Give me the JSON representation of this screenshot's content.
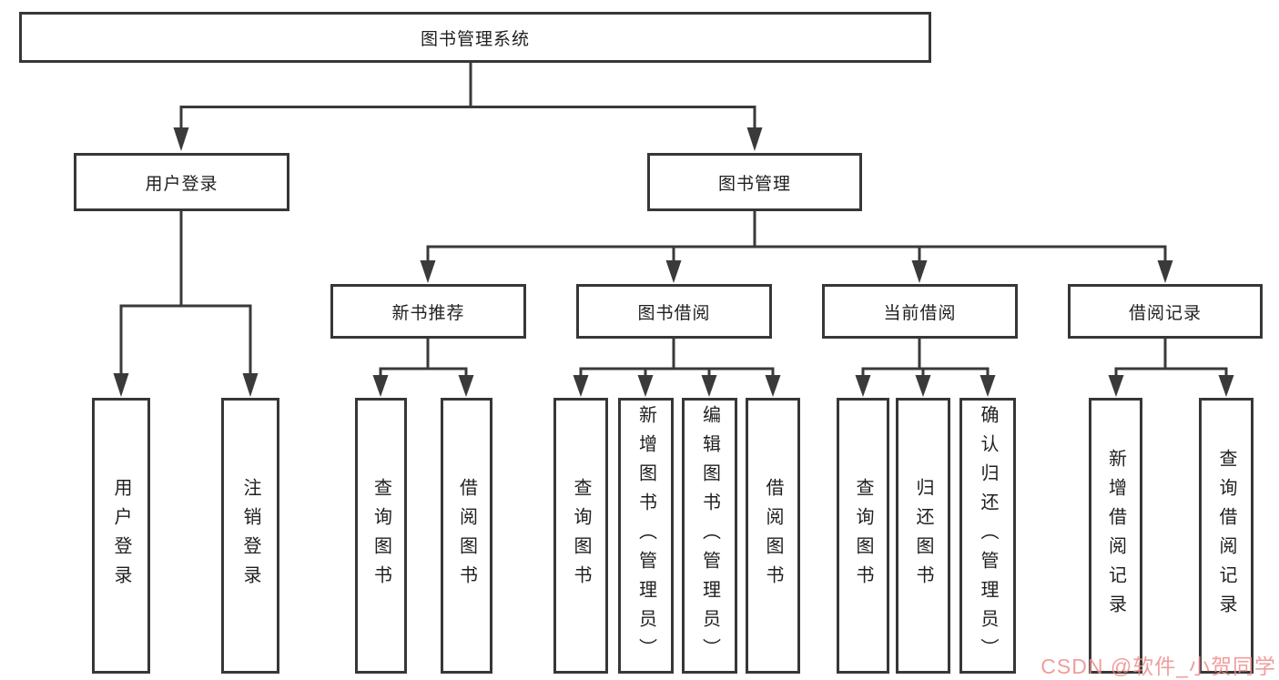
{
  "diagram": {
    "root": {
      "label": "图书管理系统"
    },
    "branches": [
      {
        "label": "用户登录",
        "children": [
          {
            "label": "用户登录"
          },
          {
            "label": "注销登录"
          }
        ]
      },
      {
        "label": "图书管理",
        "children": [
          {
            "label": "新书推荐",
            "children": [
              {
                "label": "查询图书"
              },
              {
                "label": "借阅图书"
              }
            ]
          },
          {
            "label": "图书借阅",
            "children": [
              {
                "label": "查询图书"
              },
              {
                "label": "新增图书（管理员）"
              },
              {
                "label": "编辑图书（管理员）"
              },
              {
                "label": "借阅图书"
              }
            ]
          },
          {
            "label": "当前借阅",
            "children": [
              {
                "label": "查询图书"
              },
              {
                "label": "归还图书"
              },
              {
                "label": "确认归还（管理员）"
              }
            ]
          },
          {
            "label": "借阅记录",
            "children": [
              {
                "label": "新增借阅记录"
              },
              {
                "label": "查询借阅记录"
              }
            ]
          }
        ]
      }
    ]
  },
  "watermark": {
    "text": "CSDN @软件_小贺同学"
  },
  "colors": {
    "line": "#3A3A3A",
    "border": "#373737",
    "text": "#1F1F1F",
    "background": "#FFFFFF",
    "watermark": "#EE8C8C"
  }
}
